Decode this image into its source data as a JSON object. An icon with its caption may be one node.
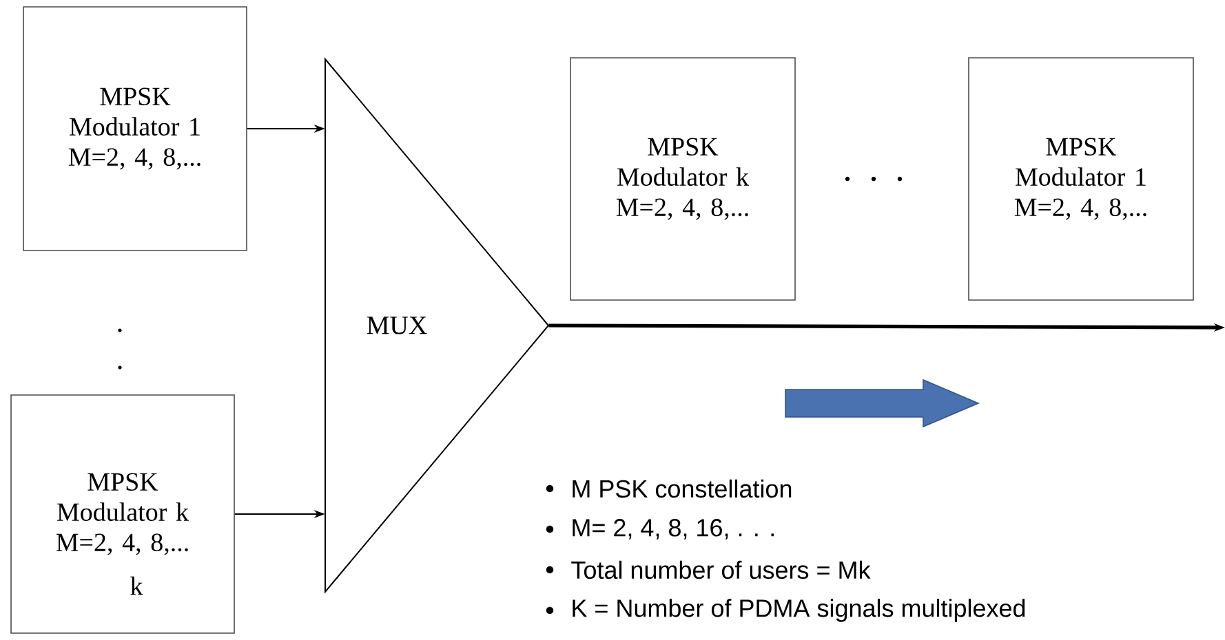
{
  "diagram": {
    "nodes": [
      {
        "text": [
          "MPSK Modulator 1 M=2, 4, 8,..."
        ]
      },
      {
        "text": [
          "MPSK Modulator k M=2, 4, 8,...",
          "k"
        ]
      },
      {
        "text": [
          "MUX"
        ]
      },
      {
        "text": [
          "MPSK Modulator k M=2, 4, 8,..."
        ]
      },
      {
        "text": [
          "MPSK Modulator 1 M=2, 4, 8,..."
        ]
      }
    ],
    "edges": [
      {
        "from": 0,
        "to": 2,
        "arrow": "to"
      },
      {
        "from": 1,
        "to": 2,
        "arrow": "to"
      },
      {
        "from": 2,
        "to": null,
        "arrow": "to",
        "style": "thick"
      }
    ],
    "labels": [
      "M PSK constellation",
      "M= 2, 4, 8, 16, . . .",
      "Total number of users = Mk",
      "K = Number of PDMA signals multiplexed"
    ]
  }
}
